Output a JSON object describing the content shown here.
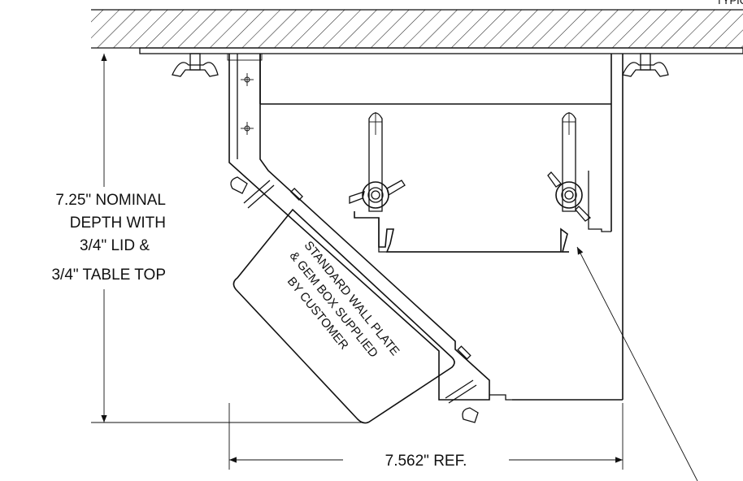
{
  "labels": {
    "table_top_note": "TYPICAL TABLE TOP",
    "depth_line1": "7.25\" NOMINAL",
    "depth_line2": "DEPTH WITH",
    "depth_line3": "3/4\" LID &",
    "depth_line4": "3/4\" TABLE TOP",
    "width_dim": "7.562\" REF.",
    "box_line1": "STANDARD WALL PLATE",
    "box_line2": "& GEM BOX SUPPLIED",
    "box_line3": "BY CUSTOMER"
  }
}
